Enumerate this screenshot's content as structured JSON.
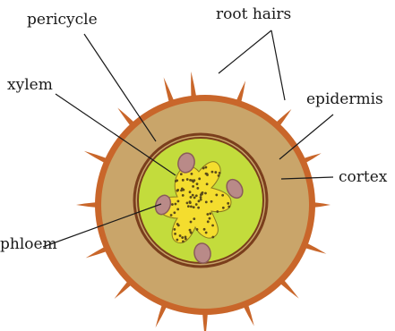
{
  "diagram": {
    "labels": {
      "pericycle": "pericycle",
      "root_hairs": "root hairs",
      "xylem": "xylem",
      "epidermis": "epidermis",
      "cortex": "cortex",
      "phloem": "phloem"
    },
    "colors": {
      "epidermis": "#c9662a",
      "cortex": "#c9a56a",
      "pericycle_ring": "#7a3e1c",
      "stele": "#c3dc3c",
      "xylem": "#f4dd2e",
      "phloem": "#b98a88",
      "phloem_outline": "#8a5c5a",
      "dots": "#5a4a1a"
    }
  }
}
